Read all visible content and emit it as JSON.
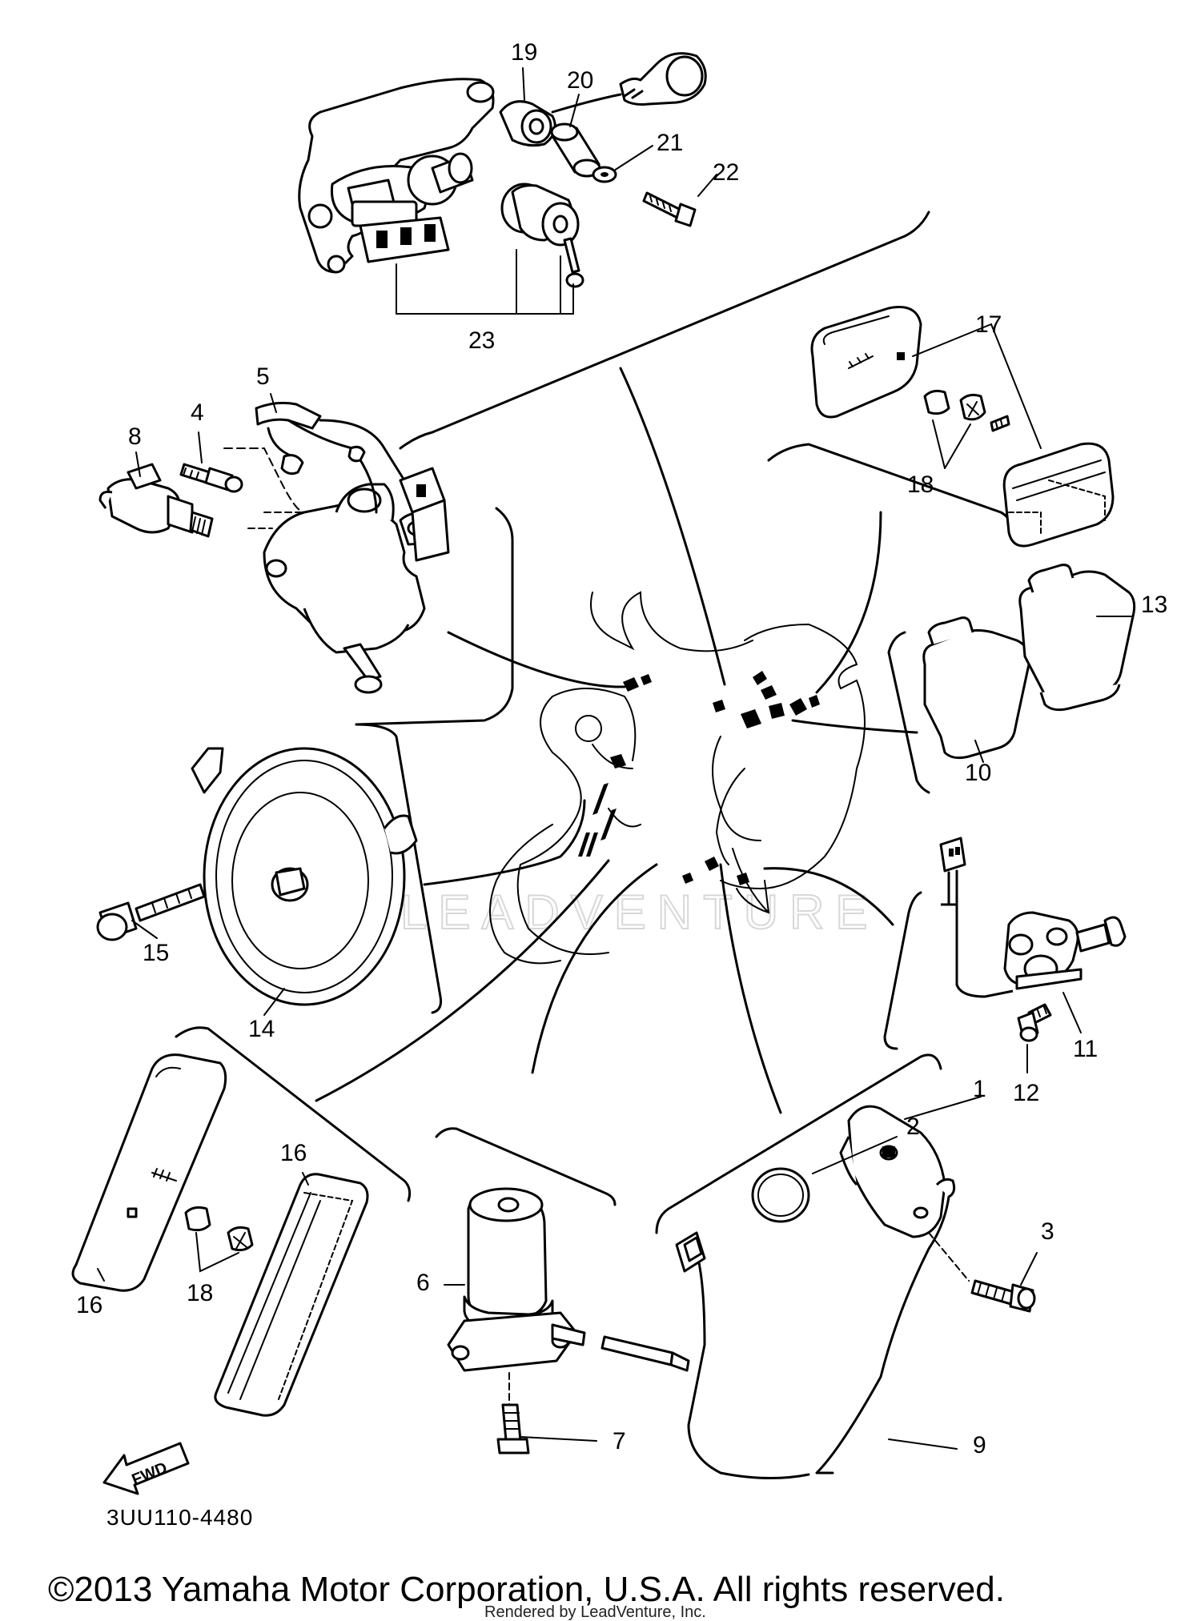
{
  "diagram": {
    "part_labels": [
      "1",
      "2",
      "3",
      "4",
      "5",
      "6",
      "7",
      "8",
      "9",
      "10",
      "11",
      "12",
      "13",
      "14",
      "15",
      "16",
      "16",
      "17",
      "18",
      "18",
      "19",
      "20",
      "21",
      "22",
      "23"
    ],
    "fwd_label": "FWD",
    "diagram_code": "3UU110-4480",
    "copyright": "©2013 Yamaha Motor Corporation, U.S.A. All rights reserved.",
    "rendered_by": "Rendered by LeadVenture, Inc.",
    "watermark": "LEADVENTURE"
  }
}
